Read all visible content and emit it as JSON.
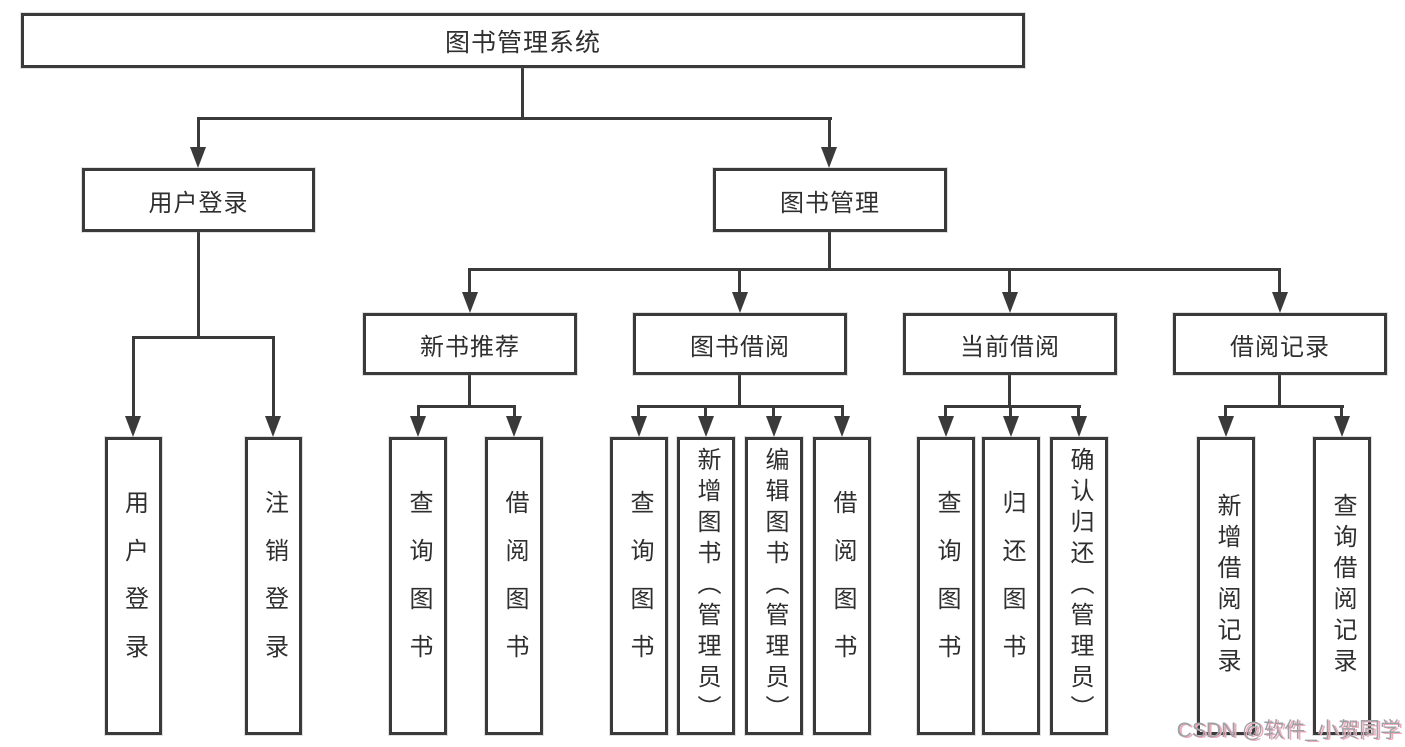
{
  "colors": {
    "line": "#3a3a3a",
    "text": "#2f2f2f",
    "watermark": "#9ca1a8",
    "watermark_shadow": "#f0a9b7"
  },
  "tree": {
    "root": "图书管理系统",
    "branches": [
      {
        "label": "用户登录",
        "children": [
          "用户登录",
          "注销登录"
        ]
      },
      {
        "label": "图书管理",
        "groups": [
          {
            "label": "新书推荐",
            "children": [
              "查询图书",
              "借阅图书"
            ]
          },
          {
            "label": "图书借阅",
            "children": [
              "查询图书",
              "新增图书（管理员）",
              "编辑图书（管理员）",
              "借阅图书"
            ]
          },
          {
            "label": "当前借阅",
            "children": [
              "查询图书",
              "归还图书",
              "确认归还（管理员）"
            ]
          },
          {
            "label": "借阅记录",
            "children": [
              "新增借阅记录",
              "查询借阅记录"
            ]
          }
        ]
      }
    ]
  },
  "watermark": "CSDN @软件_小贺同学"
}
